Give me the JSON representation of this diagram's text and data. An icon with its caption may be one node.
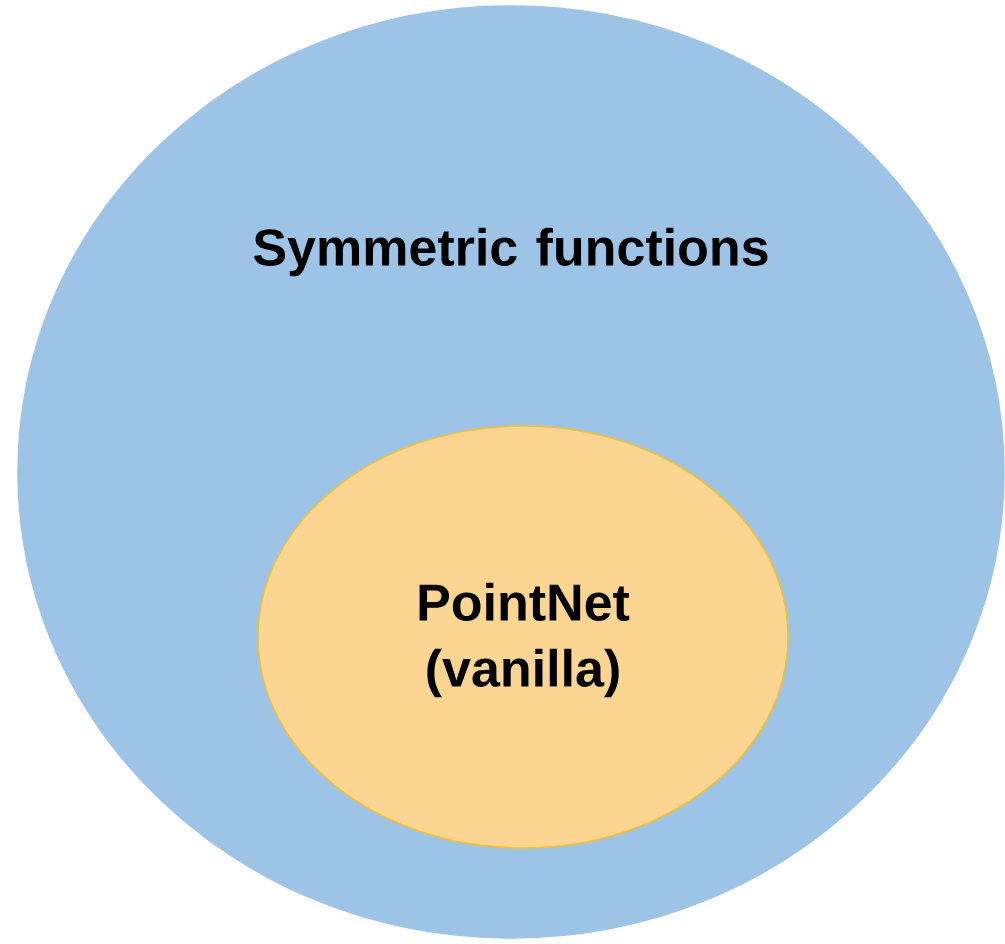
{
  "diagram": {
    "nodes": [
      {
        "text": [
          "Symmetric functions"
        ]
      },
      {
        "text": [
          "PointNet (vanilla)"
        ],
        "in": 0
      }
    ]
  }
}
